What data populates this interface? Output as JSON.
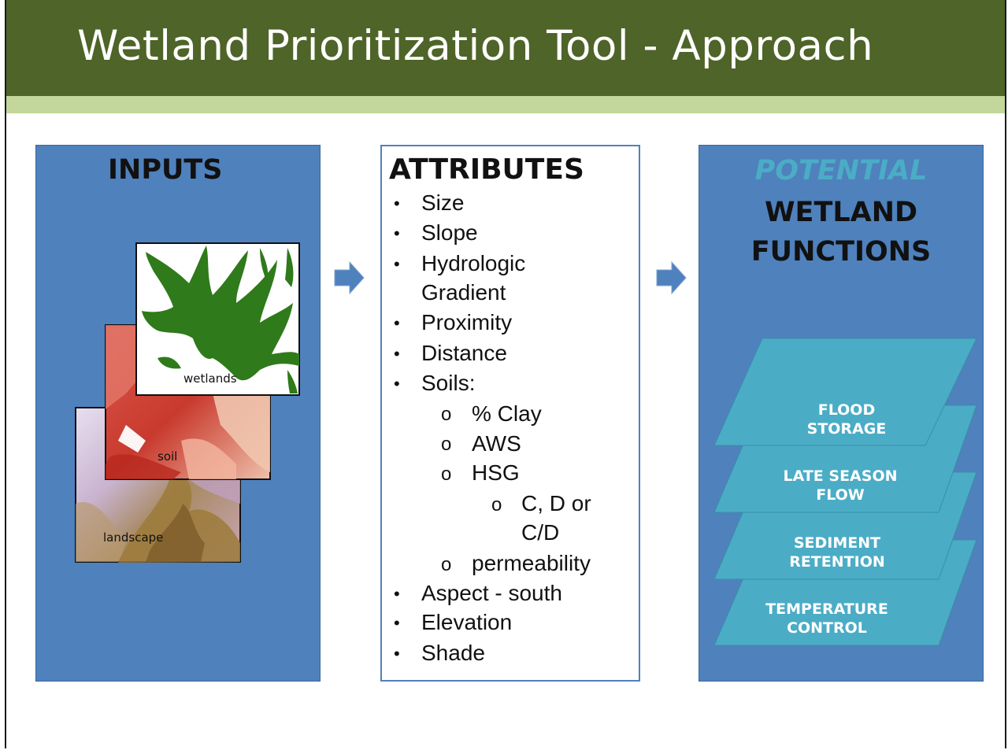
{
  "title": "Wetland Prioritization Tool - Approach",
  "colors": {
    "title_bar": "#4e6428",
    "title_stripe": "#c3d69b",
    "panel_blue": "#4f81bd",
    "layer_teal": "#4bacc6",
    "potential_text": "#4bacc6"
  },
  "inputs": {
    "heading": "INPUTS",
    "maps": [
      {
        "label": "wetlands"
      },
      {
        "label": "soil"
      },
      {
        "label": "landscape"
      }
    ]
  },
  "attributes": {
    "heading": "ATTRIBUTES",
    "items": {
      "size": "Size",
      "slope": "Slope",
      "hydrologic": "Hydrologic",
      "gradient": "Gradient",
      "proximity": "Proximity",
      "distance": "Distance",
      "soils": "Soils:",
      "clay": "% Clay",
      "aws": "AWS",
      "hsg": "HSG",
      "cd_or": "C, D or",
      "cd": "C/D",
      "permeability": "permeability",
      "aspect": "Aspect - south",
      "elevation": "Elevation",
      "shade": "Shade"
    },
    "bullet": "•",
    "sub_bullet": "o"
  },
  "outputs": {
    "heading_potential": "POTENTIAL",
    "heading_line1": "WETLAND",
    "heading_line2": "FUNCTIONS",
    "layers": [
      {
        "line1": "FLOOD",
        "line2": "STORAGE"
      },
      {
        "line1": "LATE SEASON",
        "line2": "FLOW"
      },
      {
        "line1": "SEDIMENT",
        "line2": "RETENTION"
      },
      {
        "line1": "TEMPERATURE",
        "line2": "CONTROL"
      }
    ]
  },
  "arrows": [
    {
      "icon": "right-arrow-icon"
    },
    {
      "icon": "right-arrow-icon"
    }
  ]
}
